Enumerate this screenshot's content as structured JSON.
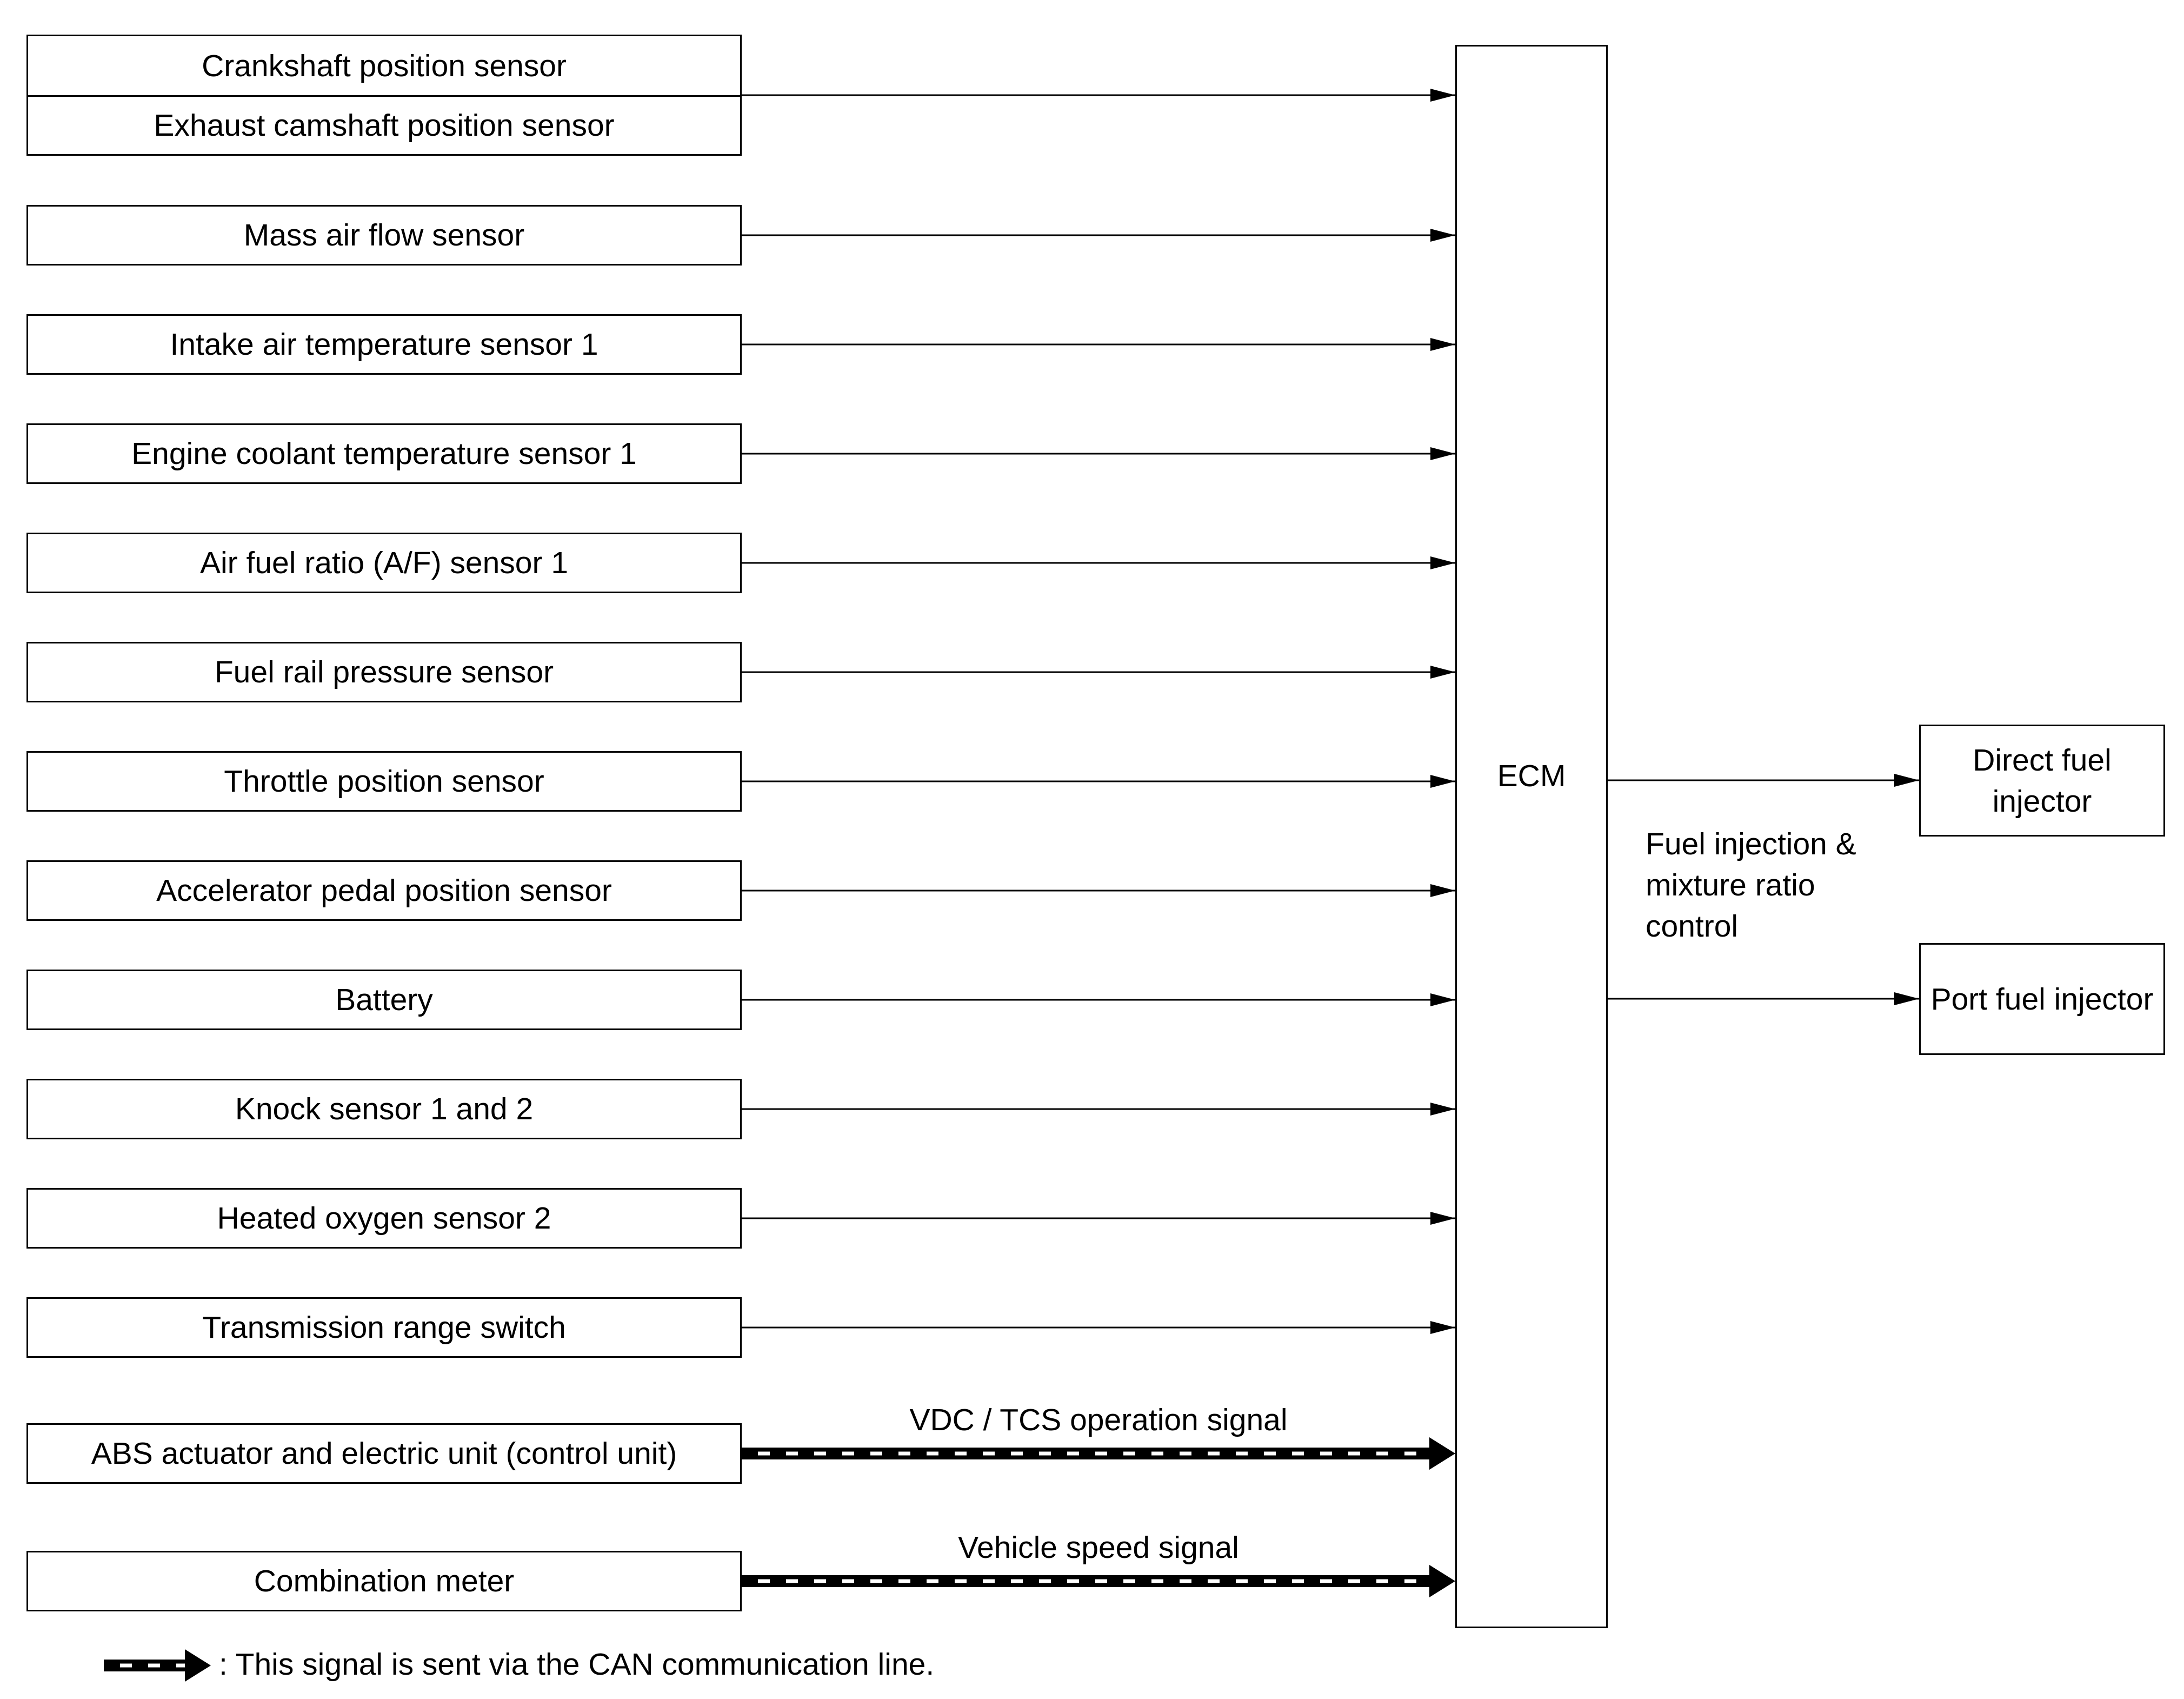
{
  "inputs": [
    "Crankshaft position sensor",
    "Exhaust camshaft position sensor",
    "Mass air flow sensor",
    "Intake air temperature sensor 1",
    "Engine coolant temperature sensor 1",
    "Air fuel ratio (A/F) sensor 1",
    "Fuel rail pressure sensor",
    "Throttle position sensor",
    "Accelerator pedal position sensor",
    "Battery",
    "Knock sensor 1 and 2",
    "Heated oxygen sensor 2",
    "Transmission range switch",
    "ABS actuator and electric unit (control unit)",
    "Combination meter"
  ],
  "can_signals": [
    "VDC / TCS operation signal",
    "Vehicle speed signal"
  ],
  "controller": "ECM",
  "control_function": "Fuel injection & mixture ratio control",
  "outputs": [
    "Direct fuel injector",
    "Port fuel injector"
  ],
  "legend": ": This signal is sent via the CAN communication line."
}
